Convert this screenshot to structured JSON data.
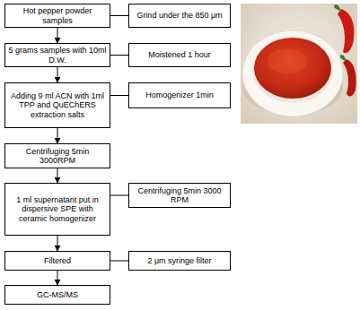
{
  "diagram": {
    "nodes": [
      {
        "text": [
          "Hot pepper powder samples"
        ]
      },
      {
        "text": [
          "Grind under the 850 μm"
        ]
      },
      {
        "text": [
          "5 grams samples with 10ml D.W."
        ]
      },
      {
        "text": [
          "Moistened 1 hour"
        ]
      },
      {
        "text": [
          "Adding 9 ml ACN with 1ml TPP and QuEChERS extraction salts"
        ]
      },
      {
        "text": [
          "Homogenizer 1min"
        ]
      },
      {
        "text": [
          "Centrifuging 5min 3000RPM"
        ]
      },
      {
        "text": [
          "1 ml supernatant put in dispersive SPE with ceramic homogenizer"
        ]
      },
      {
        "text": [
          "Centrifuging 5min 3000 RPM"
        ]
      },
      {
        "text": [
          "Filtered"
        ]
      },
      {
        "text": [
          "2 μm syringe filter"
        ]
      },
      {
        "text": [
          "GC-MS/MS"
        ]
      }
    ],
    "edges": [
      {
        "from": 0,
        "to": 2,
        "arrow": "to"
      },
      {
        "from": 2,
        "to": 4,
        "arrow": "to"
      },
      {
        "from": 4,
        "to": 6,
        "arrow": "to"
      },
      {
        "from": 6,
        "to": 7,
        "arrow": "to"
      },
      {
        "from": 7,
        "to": 9,
        "arrow": "to"
      },
      {
        "from": 9,
        "to": 11,
        "arrow": "to"
      },
      {
        "from": 0,
        "to": 1,
        "arrow": "none"
      },
      {
        "from": 2,
        "to": 3,
        "arrow": "none"
      },
      {
        "from": 4,
        "to": 5,
        "arrow": "none"
      },
      {
        "from": 7,
        "to": 8,
        "arrow": "none"
      },
      {
        "from": 9,
        "to": 10,
        "arrow": "none"
      }
    ]
  }
}
